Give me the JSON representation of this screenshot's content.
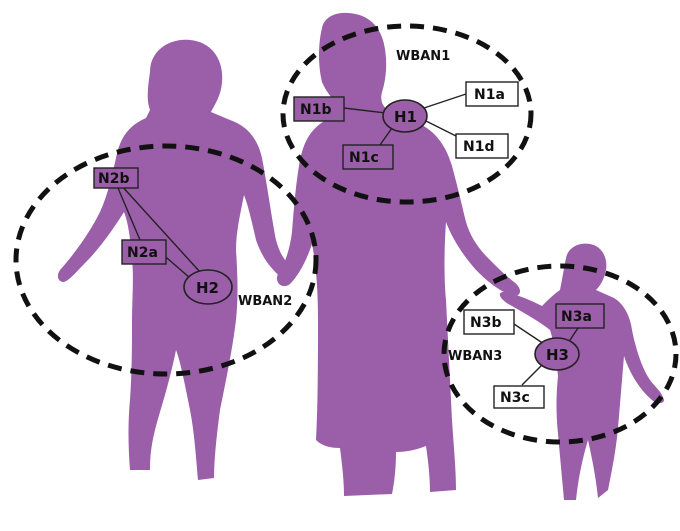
{
  "colors": {
    "person": "#9b5ea8",
    "ring": "#111111",
    "box_light": "#ffffff"
  },
  "wban1": {
    "title": "WBAN1",
    "hub": "H1",
    "nodes": [
      "N1a",
      "N1b",
      "N1c",
      "N1d"
    ]
  },
  "wban2": {
    "title": "WBAN2",
    "hub": "H2",
    "nodes": [
      "N2a",
      "N2b"
    ]
  },
  "wban3": {
    "title": "WBAN3",
    "hub": "H3",
    "nodes": [
      "N3a",
      "N3b",
      "N3c"
    ]
  }
}
